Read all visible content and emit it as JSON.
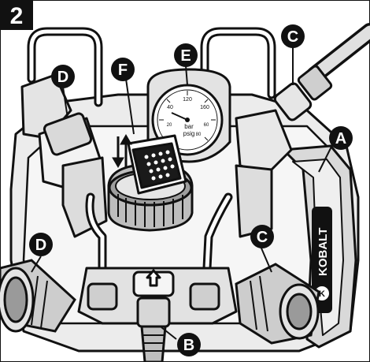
{
  "step_number": "2",
  "callouts": {
    "a": "A",
    "b": "B",
    "c_top": "C",
    "c_bottom": "C",
    "d_top": "D",
    "d_bottom": "D",
    "e": "E",
    "f": "F"
  },
  "gauge": {
    "tick_labels": [
      "40",
      "120",
      "160",
      "20",
      "60",
      "80"
    ],
    "unit_line1": "bar",
    "unit_line2": "psig"
  },
  "brand": {
    "name": "KOBALT",
    "logo_letter": "K"
  },
  "colors": {
    "ink": "#111111",
    "paper": "#ffffff",
    "body_fill": "#f2f2f2",
    "shade": "#bdbdbd",
    "callout_fill": "#111111"
  }
}
